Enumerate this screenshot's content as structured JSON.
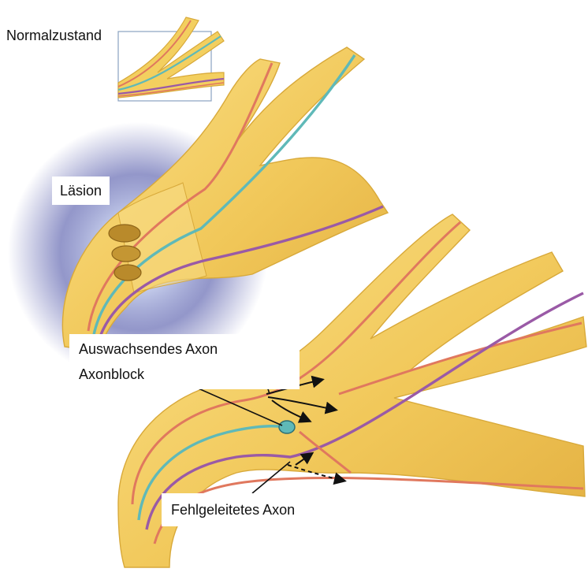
{
  "labels": {
    "normal": "Normalzustand",
    "lesion": "Läsion",
    "outgrowing_axon": "Auswachsendes Axon",
    "axon_block": "Axonblock",
    "misdirected_axon": "Fehlgeleitetes Axon"
  },
  "colors": {
    "nerve_fill": "#f3cf5f",
    "nerve_edge": "#d8a93a",
    "axon_red": "#e0785e",
    "axon_teal": "#5fb9b8",
    "axon_purple": "#9a5aa6",
    "glow": "#6f74b8"
  }
}
